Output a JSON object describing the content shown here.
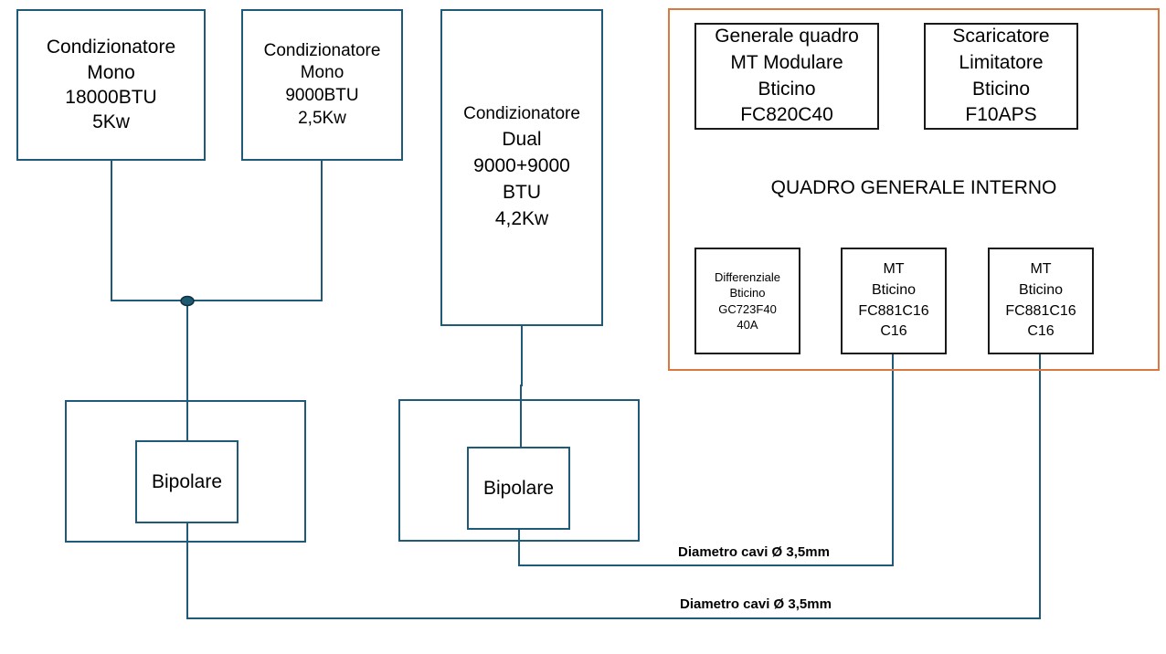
{
  "units": {
    "ac_mono_18000": [
      "Condizionatore",
      "Mono",
      "18000BTU",
      "5Kw"
    ],
    "ac_mono_9000": [
      "Condizionatore",
      "Mono",
      "9000BTU",
      "2,5Kw"
    ],
    "ac_dual": [
      "Condizionatore",
      "Dual",
      "9000+9000",
      "BTU",
      "4,2Kw"
    ]
  },
  "breakers": {
    "left": "Bipolare",
    "middle": "Bipolare"
  },
  "panel": {
    "title": "QUADRO GENERALE INTERNO",
    "main_switch": [
      "Generale quadro",
      "MT Modulare",
      "Bticino",
      "FC820C40"
    ],
    "surge_arrester": [
      "Scaricatore",
      "Limitatore",
      "Bticino",
      "F10APS"
    ],
    "differential": [
      "Differenziale",
      "Bticino",
      "GC723F40",
      "40A"
    ],
    "mt_1": [
      "MT",
      "Bticino",
      "FC881C16",
      "C16"
    ],
    "mt_2": [
      "MT",
      "Bticino",
      "FC881C16",
      "C16"
    ]
  },
  "cables": {
    "upper_label": "Diametro cavi Ø 3,5mm",
    "lower_label": "Diametro cavi Ø 3,5mm"
  },
  "colors": {
    "wire": "#1f5a78",
    "panel_border": "#d9793f",
    "junction": "#1c5a72"
  }
}
